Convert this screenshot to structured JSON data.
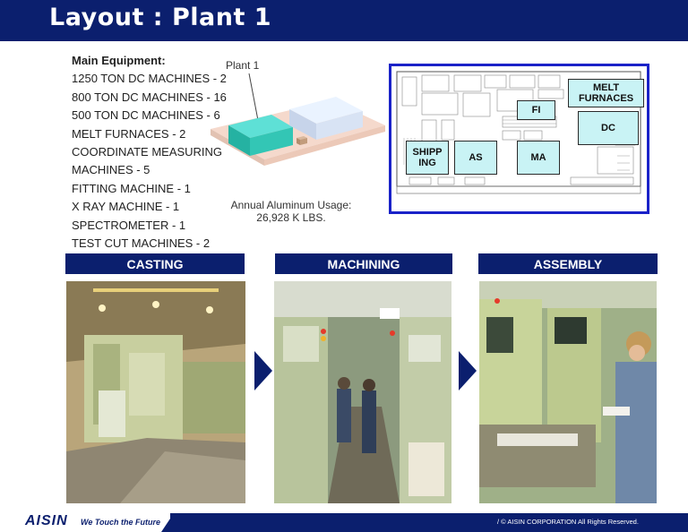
{
  "title": "Layout : Plant 1",
  "equipment": {
    "heading": "Main Equipment:",
    "items": [
      "1250 TON DC MACHINES - 2",
      "800 TON DC MACHINES - 16",
      "500 TON DC MACHINES - 6",
      "MELT FURNACES - 2",
      "COORDINATE MEASURING MACHINES - 5",
      "FITTING MACHINE - 1",
      "X RAY MACHINE - 1",
      "SPECTROMETER - 1",
      "TEST CUT MACHINES - 2"
    ]
  },
  "plant_label": "Plant 1",
  "usage": {
    "line1": "Annual Aluminum Usage:",
    "line2": "26,928 K LBS."
  },
  "zones": {
    "melt": "MELT FURNACES",
    "dc": "DC",
    "fi": "FI",
    "shipping": "SHIPP ING",
    "as": "AS",
    "ma": "MA"
  },
  "sections": [
    "CASTING",
    "MACHINING",
    "ASSEMBLY"
  ],
  "footer": {
    "logo": "AISIN",
    "tagline": "We Touch the Future",
    "copyright": "/ © AISIN CORPORATION All Rights Reserved."
  },
  "colors": {
    "navy": "#0b1f6e",
    "zone_fill": "#c9f3f5",
    "layout_border": "#1a22c8"
  }
}
